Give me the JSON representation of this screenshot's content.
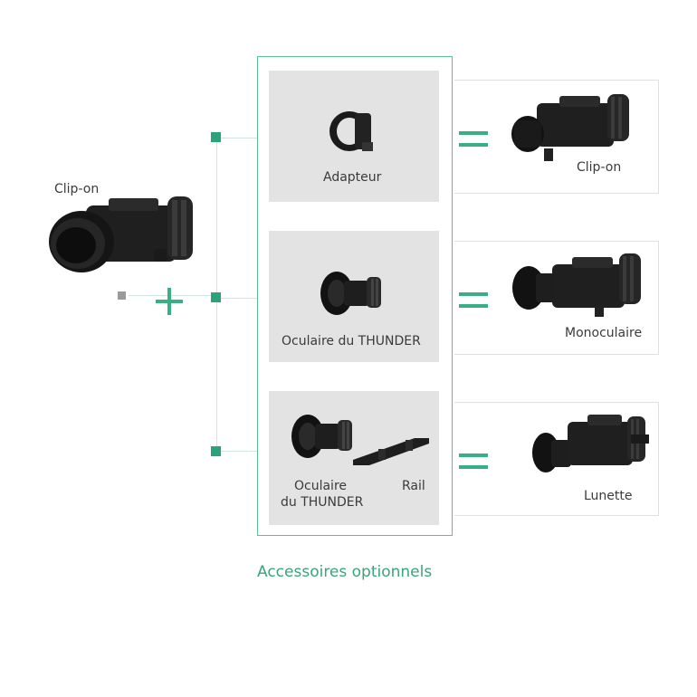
{
  "main_device_label": "Clip-on",
  "accessories": [
    {
      "labels": [
        "Adapteur"
      ]
    },
    {
      "labels": [
        "Oculaire du THUNDER"
      ]
    },
    {
      "labels": [
        "Oculaire",
        "du THUNDER",
        "Rail"
      ]
    }
  ],
  "results": [
    "Clip-on",
    "Monoculaire",
    "Lunette"
  ],
  "footer_title": "Accessoires optionnels",
  "colors": {
    "accent": "#2aa37a",
    "accent_dark": "#3aa0c0",
    "panel": "#e3e3e3"
  }
}
